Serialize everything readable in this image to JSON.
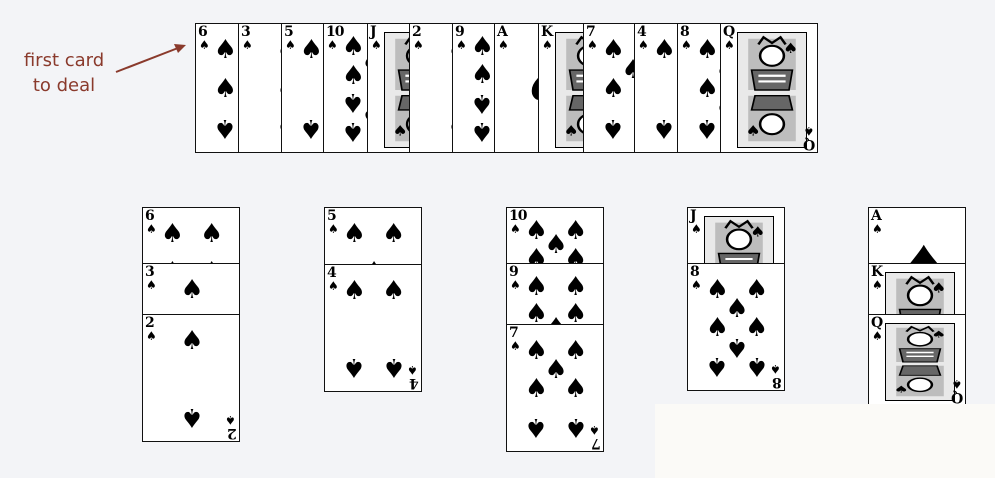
{
  "annotation": {
    "line1": "first card",
    "line2": "to deal",
    "color": "#8a3a2c"
  },
  "deck": [
    {
      "rank": "6",
      "suit": "♠"
    },
    {
      "rank": "3",
      "suit": "♠"
    },
    {
      "rank": "5",
      "suit": "♠"
    },
    {
      "rank": "10",
      "suit": "♠"
    },
    {
      "rank": "J",
      "suit": "♠"
    },
    {
      "rank": "2",
      "suit": "♠"
    },
    {
      "rank": "9",
      "suit": "♠"
    },
    {
      "rank": "A",
      "suit": "♠"
    },
    {
      "rank": "K",
      "suit": "♠"
    },
    {
      "rank": "7",
      "suit": "♠"
    },
    {
      "rank": "4",
      "suit": "♠"
    },
    {
      "rank": "8",
      "suit": "♠"
    },
    {
      "rank": "Q",
      "suit": "♠"
    }
  ],
  "piles": [
    [
      {
        "rank": "6",
        "suit": "♠"
      },
      {
        "rank": "3",
        "suit": "♠"
      },
      {
        "rank": "2",
        "suit": "♠"
      }
    ],
    [
      {
        "rank": "5",
        "suit": "♠"
      },
      {
        "rank": "4",
        "suit": "♠"
      }
    ],
    [
      {
        "rank": "10",
        "suit": "♠"
      },
      {
        "rank": "9",
        "suit": "♠"
      },
      {
        "rank": "7",
        "suit": "♠"
      }
    ],
    [
      {
        "rank": "J",
        "suit": "♠"
      },
      {
        "rank": "8",
        "suit": "♠"
      }
    ],
    [
      {
        "rank": "A",
        "suit": "♠"
      },
      {
        "rank": "K",
        "suit": "♠"
      },
      {
        "rank": "Q",
        "suit": "♠"
      }
    ]
  ],
  "colors": {
    "background": "#f3f4f7",
    "card": "#ffffff",
    "ink": "#000000"
  }
}
